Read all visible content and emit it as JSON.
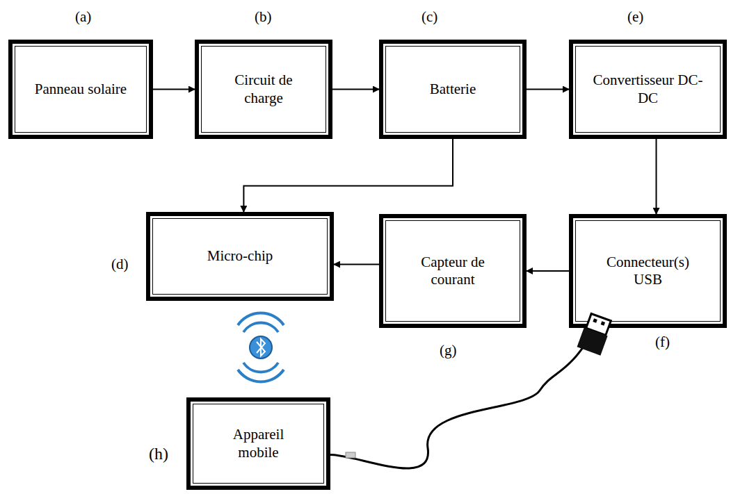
{
  "diagram": {
    "nodes": [
      {
        "text": [
          "Panneau solaire"
        ]
      },
      {
        "text": [
          "Circuit de charge"
        ]
      },
      {
        "text": [
          "Batterie"
        ]
      },
      {
        "text": [
          "Convertisseur DC-DC"
        ]
      },
      {
        "text": [
          "Micro-chip"
        ]
      },
      {
        "text": [
          "Capteur de courant"
        ]
      },
      {
        "text": [
          "Connecteur(s) USB"
        ]
      },
      {
        "text": [
          "Appareil mobile"
        ]
      }
    ],
    "edges": [
      {
        "from": 0,
        "to": 1,
        "arrow": "to"
      },
      {
        "from": 1,
        "to": 2,
        "arrow": "to"
      },
      {
        "from": 2,
        "to": 3,
        "arrow": "to"
      },
      {
        "from": 2,
        "to": 4,
        "arrow": "to"
      },
      {
        "from": 3,
        "to": 6,
        "arrow": "to"
      },
      {
        "from": 6,
        "to": 5,
        "arrow": "to"
      },
      {
        "from": 5,
        "to": 4,
        "arrow": "to"
      },
      {
        "from": 6,
        "to": 7,
        "arrow": "none"
      }
    ],
    "labels": [
      "(a)",
      "(b)",
      "(c)",
      "(e)",
      "(d)",
      "(g)",
      "(f)",
      "(h)"
    ]
  }
}
